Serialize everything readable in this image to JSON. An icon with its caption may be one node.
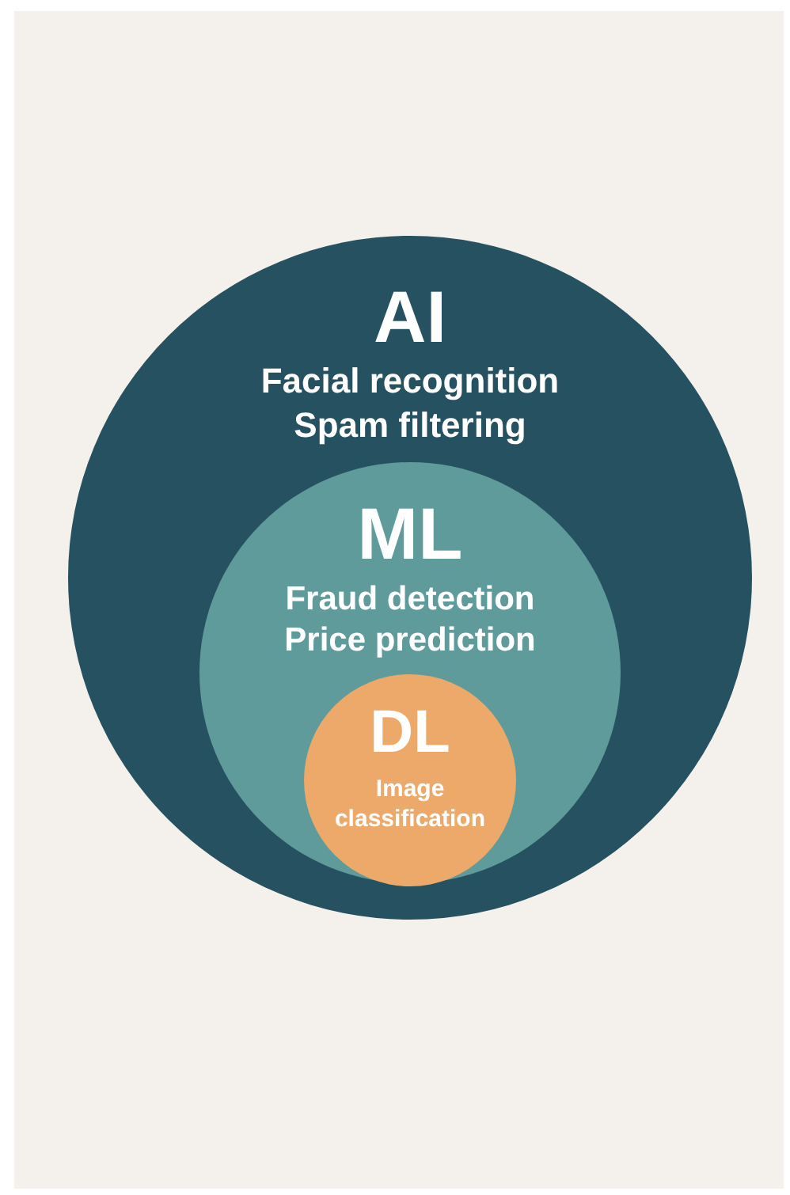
{
  "diagram": {
    "nodes": [
      {
        "text": [
          "AI",
          "Facial recognition Spam filtering"
        ]
      },
      {
        "text": [
          "ML",
          "Fraud detection Price prediction"
        ],
        "in": 0
      },
      {
        "text": [
          "DL",
          "Image classification"
        ],
        "in": 1
      }
    ]
  }
}
